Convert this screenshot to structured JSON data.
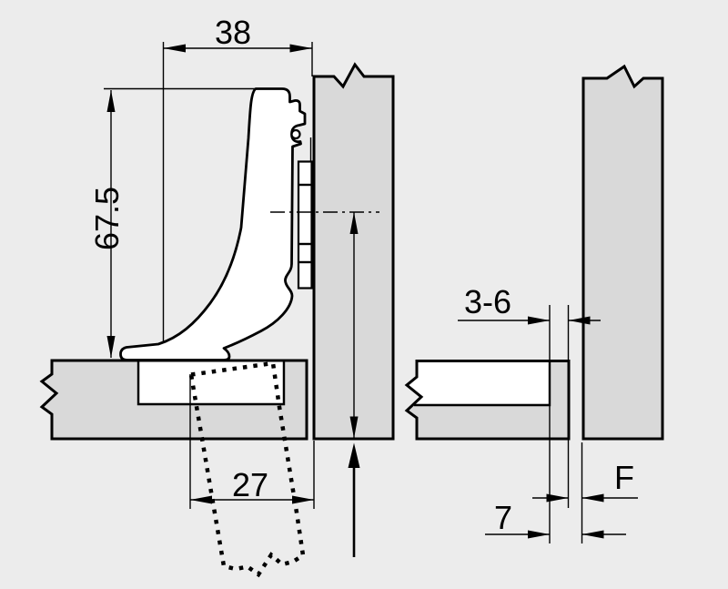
{
  "diagram": {
    "labels": {
      "mounting_depth": "38",
      "overall_height": "67.5",
      "cup_edge_distance": "27",
      "edge_distance": "3-6",
      "reveal": "F",
      "plate_distance": "7"
    },
    "colors": {
      "background": "#ececec",
      "panel_fill": "#d9d9d9",
      "part_fill": "#ffffff",
      "line": "#000000"
    }
  }
}
